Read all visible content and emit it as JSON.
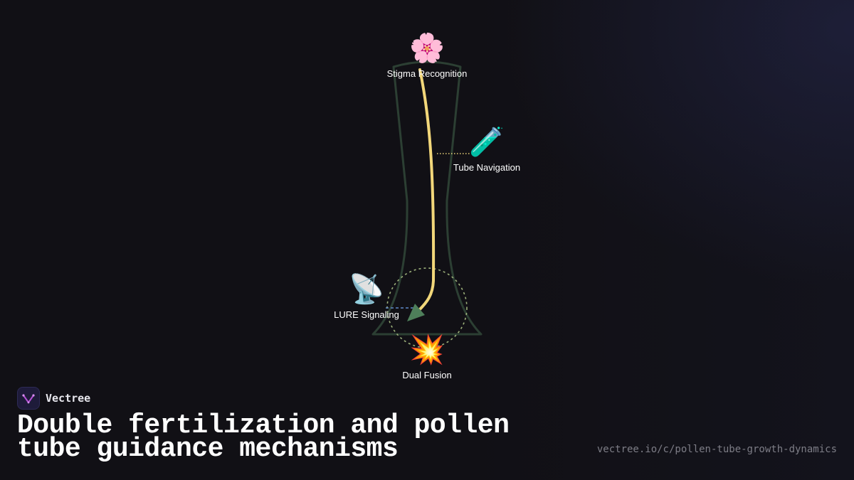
{
  "brand": {
    "name": "Vectree"
  },
  "title": "Double fertilization and pollen tube guidance mechanisms",
  "url": "vectree.io/c/pollen-tube-growth-dynamics",
  "nodes": {
    "stigma": {
      "label": "Stigma Recognition",
      "icon": "🌸",
      "icon_name": "flower-icon"
    },
    "tube": {
      "label": "Tube Navigation",
      "icon": "🧪",
      "icon_name": "test-tube-icon"
    },
    "lure": {
      "label": "LURE Signaling",
      "icon": "📡",
      "icon_name": "satellite-antenna-icon"
    },
    "fusion": {
      "label": "Dual Fusion",
      "icon": "💥",
      "icon_name": "collision-icon"
    }
  },
  "colors": {
    "background": "#111015",
    "pistil_outline": "#2c3f33",
    "pollen_tube": "#f2d77a",
    "arrow_head": "#4e7f5a",
    "ovule_circle": "#9cb07a",
    "lure_link": "#5f87c8",
    "tube_link": "#e9d27a",
    "logo_bg": "#1e1b3a",
    "logo_mark": "#b44fd6"
  }
}
